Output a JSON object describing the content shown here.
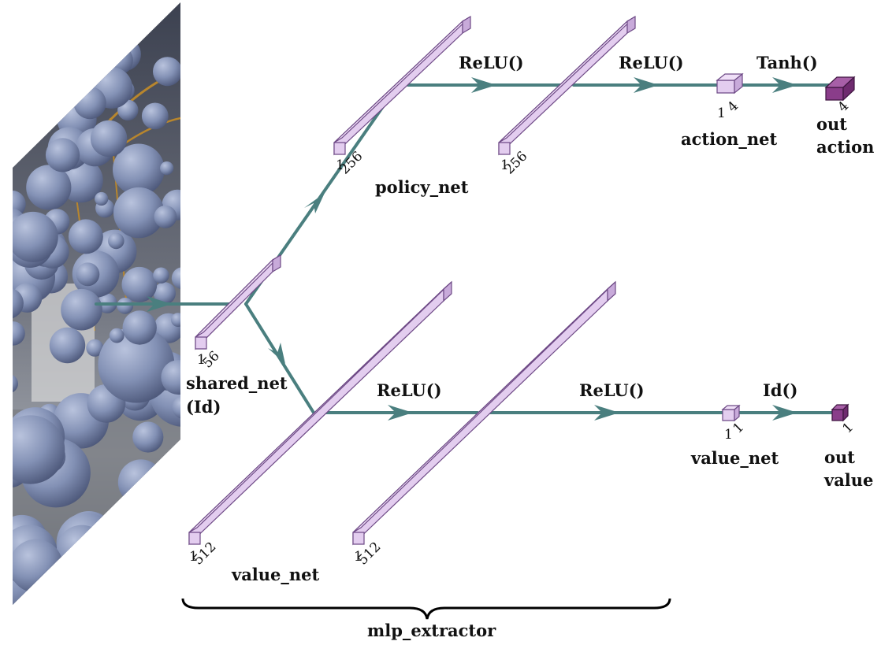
{
  "nodes": {
    "shared_net": {
      "label_line1": "shared_net",
      "label_line2": "(Id)",
      "dim_a": "1",
      "dim_b": "56"
    },
    "policy_net": {
      "label": "policy_net",
      "layer1_dim_a": "1",
      "layer1_dim_b": "256",
      "layer2_dim_a": "1",
      "layer2_dim_b": "256"
    },
    "action_net": {
      "label": "action_net",
      "dim_a": "1",
      "dim_b": "4"
    },
    "out_action": {
      "label_line1": "out",
      "label_line2": "action",
      "dim": "4"
    },
    "value_net_hidden": {
      "label": "value_net",
      "layer1_dim_a": "1",
      "layer1_dim_b": "512",
      "layer2_dim_a": "1",
      "layer2_dim_b": "512"
    },
    "value_net_head": {
      "label": "value_net",
      "dim_a": "1",
      "dim_b": "1"
    },
    "out_value": {
      "label_line1": "out",
      "label_line2": "value",
      "dim": "1"
    }
  },
  "activations": {
    "policy_1": "ReLU()",
    "policy_2": "ReLU()",
    "action": "Tanh()",
    "value_1": "ReLU()",
    "value_2": "ReLU()",
    "value_out": "Id()"
  },
  "group": {
    "label": "mlp_extractor"
  },
  "colors": {
    "connection": "#4a7f7f",
    "layer_fill": "#e3cdef",
    "output_fill": "#8a3d8a"
  }
}
